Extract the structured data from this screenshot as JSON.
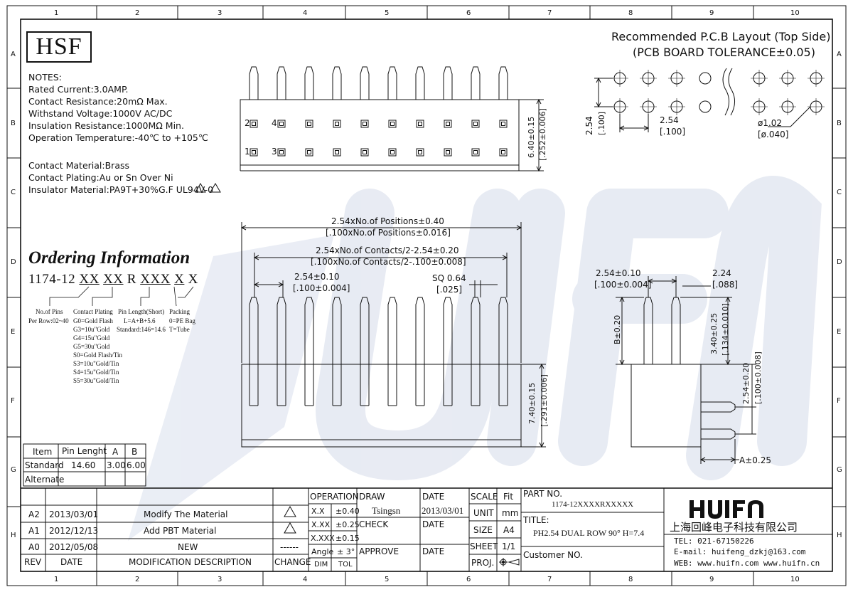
{
  "frame": {
    "col_numbers": [
      "1",
      "2",
      "3",
      "4",
      "5",
      "6",
      "7",
      "8",
      "9",
      "10"
    ],
    "row_letters": [
      "A",
      "B",
      "C",
      "D",
      "E",
      "F",
      "G",
      "H"
    ]
  },
  "logo_box": "HSF",
  "watermark": "HUIFN",
  "notes": {
    "heading": "NOTES:",
    "lines": [
      "Rated Current:3.0AMP.",
      "Contact Resistance:20mΩ Max.",
      "Withstand Voltage:1000V AC/DC",
      "Insulation Resistance:1000MΩ Min.",
      "Operation Temperature:-40℃ to +105℃"
    ],
    "material_lines": [
      "Contact Material:Brass",
      "Contact Plating:Au or Sn Over Ni",
      "Insulator Material:PA9T+30%G.F UL94V-0"
    ]
  },
  "ordering": {
    "title": "Ordering Information",
    "part_prefix": "1174-12",
    "part_codes": [
      "XX",
      "XX",
      "R",
      "XXX",
      "X",
      "X"
    ],
    "columns": [
      {
        "head": "No.of Pins",
        "lines": [
          "Per Row:02~40"
        ]
      },
      {
        "head": "Contact Plating",
        "lines": [
          "G0=Gold Flash",
          "G3=10u\"Gold",
          "G4=15u\"Gold",
          "G5=30u\"Gold",
          "S0=Gold Flash/Tin",
          "S3=10u\"Gold/Tin",
          "S4=15u\"Gold/Tin",
          "S5=30u\"Gold/Tin"
        ]
      },
      {
        "head": "Pin Length(Short)",
        "lines": [
          "L=A+B+5.6",
          "Standard:146=14.6"
        ]
      },
      {
        "head": "Packing",
        "lines": [
          "0=PE Bag",
          "T=Tube"
        ]
      }
    ]
  },
  "pin_table": {
    "headers": [
      "Item",
      "Pin Lenght",
      "A",
      "B"
    ],
    "rows": [
      [
        "Standard",
        "14.60",
        "3.00",
        "6.00"
      ],
      [
        "Alternate",
        "",
        "",
        ""
      ]
    ]
  },
  "pcb_layout": {
    "title": "Recommended P.C.B Layout (Top Side)",
    "tolerance": "(PCB BOARD TOLERANCE±0.05)",
    "dim_pitch_v": "2.54",
    "dim_pitch_v_in": "[.100]",
    "dim_pitch_h": "2.54",
    "dim_pitch_h_in": "[.100]",
    "dim_hole": "ø1.02",
    "dim_hole_in": "[ø.040]"
  },
  "top_view": {
    "pin_labels": [
      "2",
      "4",
      "1",
      "3"
    ],
    "dim_height": "6.40±0.15",
    "dim_height_in": "[.252±0.006]"
  },
  "front_view": {
    "dim_total": "2.54xNo.of Positions±0.40",
    "dim_total_in": "[.100xNo.of Positions±0.016]",
    "dim_contacts": "2.54xNo.of Contacts/2-2.54±0.20",
    "dim_contacts_in": "[.100xNo.of Contacts/2-.100±0.008]",
    "dim_pitch": "2.54±0.10",
    "dim_pitch_in": "[.100±0.004]",
    "dim_sq": "SQ 0.64",
    "dim_sq_in": "[.025]",
    "dim_body": "7.40±0.15",
    "dim_body_in": "[.291±0.006]"
  },
  "side_view": {
    "dim_pitch": "2.54±0.10",
    "dim_pitch_in": "[.100±0.004]",
    "dim_224": "2.24",
    "dim_224_in": "[.088]",
    "dim_b": "B±0.20",
    "dim_340": "3.40±0.25",
    "dim_340_in": "[.134±0.010]",
    "dim_254": "2.54±0.20",
    "dim_254_in": "[.100±0.008]",
    "dim_a": "A±0.25"
  },
  "title_block": {
    "revisions": [
      {
        "rev": "A2",
        "date": "2013/03/01",
        "desc": "Modify The Material",
        "change": "△"
      },
      {
        "rev": "A1",
        "date": "2012/12/13",
        "desc": "Add PBT Material",
        "change": "△"
      },
      {
        "rev": "A0",
        "date": "2012/05/08",
        "desc": "NEW",
        "change": "------"
      }
    ],
    "rev_header": {
      "rev": "REV",
      "date": "DATE",
      "desc": "MODIFICATION DESCRIPTION",
      "change": "CHANGE"
    },
    "operation": "OPERATION",
    "tolerances": [
      [
        "X.X",
        "±0.40"
      ],
      [
        "X.XX",
        "±0.25"
      ],
      [
        "X.XXX",
        "±0.15"
      ],
      [
        "Angle",
        "± 3°"
      ]
    ],
    "dim_label": "DIM",
    "tol_label": "TOL",
    "draw_label": "DRAW",
    "draw_name": "Tsingsn",
    "check_label": "CHECK",
    "approve_label": "APPROVE",
    "date_label": "DATE",
    "draw_date": "2013/03/01",
    "scale_label": "SCALE",
    "fit_label": "Fit",
    "unit_label": "UNIT",
    "unit_value": "mm",
    "size_label": "SIZE",
    "size_value": "A4",
    "sheet_label": "SHEET",
    "sheet_value": "1/1",
    "proj_label": "PROJ.",
    "part_no_label": "PART NO.",
    "part_no": "1174-12XXXXRXXXXX",
    "title_label": "TITLE:",
    "title_value": "PH2.54 DUAL ROW 90° H=7.4",
    "customer_label": "Customer NO.",
    "company_logo": "HUIFN",
    "company_name": "上海回峰电子科技有限公司",
    "tel": "TEL: 021-67150226",
    "email": "E-mail: huifeng_dzkj@163.com",
    "web": "WEB: www.huifn.com   www.huifn.cn"
  }
}
